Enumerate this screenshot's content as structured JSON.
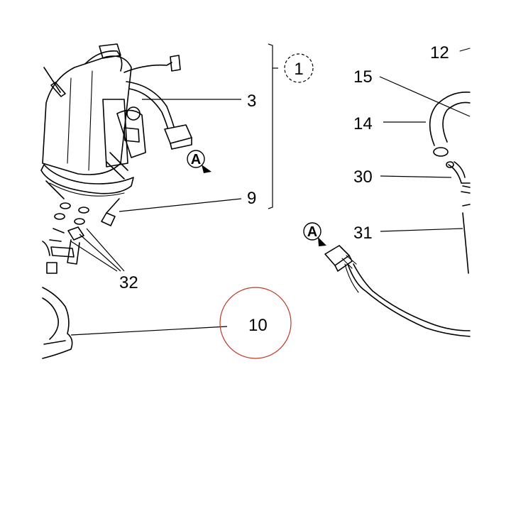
{
  "callouts": {
    "c1": "1",
    "c3": "3",
    "c9": "9",
    "c10": "10",
    "c12": "12",
    "c14": "14",
    "c15": "15",
    "c30": "30",
    "c31": "31",
    "c32": "32"
  },
  "connector_label": "A",
  "colors": {
    "ink": "#000000",
    "highlight_circle": "#c0392b",
    "background": "#ffffff"
  }
}
